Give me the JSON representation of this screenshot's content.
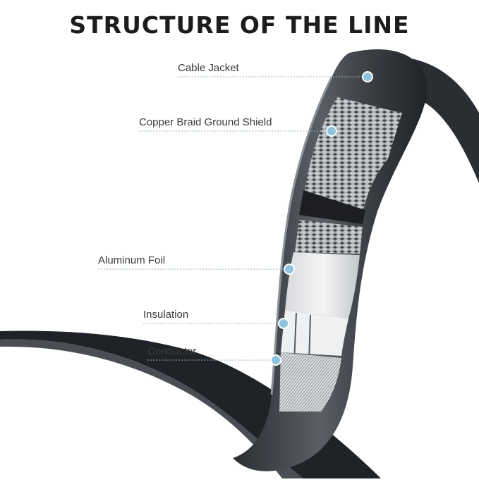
{
  "title": "STRUCTURE OF THE LINE",
  "layers": [
    {
      "id": "cable-jacket",
      "label": "Cable Jacket"
    },
    {
      "id": "copper-braid-ground-shield",
      "label": "Copper Braid Ground Shield"
    },
    {
      "id": "aluminum-foil",
      "label": "Aluminum Foil"
    },
    {
      "id": "insulation",
      "label": "Insulation"
    },
    {
      "id": "conductor",
      "label": "Conductor"
    }
  ],
  "colors": {
    "jacket_dark": "#1f2226",
    "jacket_mid": "#4a4e54",
    "jacket_light": "#9aa0a6",
    "braid": "#b9bcbf",
    "foil": "#e9ebee",
    "callout_dot": "#8fc3de",
    "callout_line": "#8fb4c4"
  }
}
